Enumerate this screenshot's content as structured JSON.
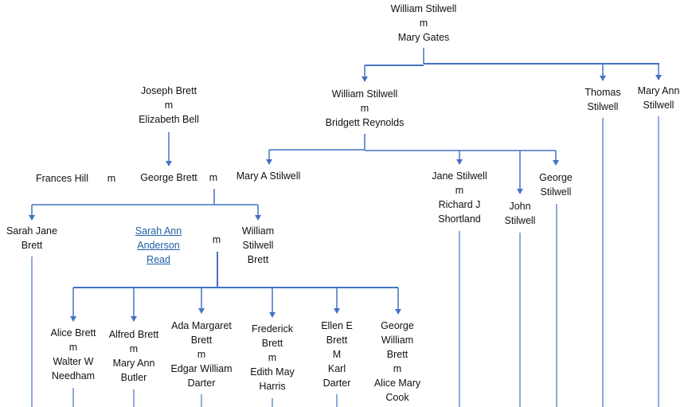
{
  "diagram": {
    "title": "Stilwell / Brett family tree",
    "line_color": "#4472c4",
    "link_color": "#1f5fa8",
    "nodes": {
      "william_mary_gates": [
        "William Stilwell",
        "m",
        "Mary Gates"
      ],
      "william_bridgett": [
        "William Stilwell",
        "m",
        "Bridgett Reynolds"
      ],
      "thomas_stilwell": [
        "Thomas",
        "Stilwell"
      ],
      "mary_ann_stilwell": [
        "Mary Ann",
        "Stilwell"
      ],
      "joseph_elizabeth": [
        "Joseph Brett",
        "m",
        "Elizabeth Bell"
      ],
      "frances_hill": [
        "Frances Hill"
      ],
      "george_brett": [
        "George Brett"
      ],
      "mary_a_stilwell": [
        "Mary A Stilwell"
      ],
      "jane_stilwell": [
        "Jane Stilwell",
        "m",
        "Richard J",
        "Shortland"
      ],
      "john_stilwell": [
        "John",
        "Stilwell"
      ],
      "george_stilwell": [
        "George",
        "Stilwell"
      ],
      "sarah_jane_brett": [
        "Sarah Jane",
        "Brett"
      ],
      "sarah_ann_read": [
        "Sarah Ann",
        "Anderson",
        "Read"
      ],
      "william_stilwell_brett": [
        "William",
        "Stilwell",
        "Brett"
      ],
      "alice_brett": [
        "Alice Brett",
        "m",
        "Walter W",
        "Needham"
      ],
      "alfred_brett": [
        "Alfred Brett",
        "m",
        "Mary Ann",
        "Butler"
      ],
      "ada_margaret_brett": [
        "Ada Margaret",
        "Brett",
        "m",
        "Edgar William",
        "Darter"
      ],
      "frederick_brett": [
        "Frederick",
        "Brett",
        "m",
        "Edith May",
        "Harris"
      ],
      "ellen_brett": [
        "Ellen E",
        "Brett",
        "M",
        "Karl",
        "Darter"
      ],
      "george_william_brett": [
        "George",
        "William",
        "Brett",
        "m",
        "Alice Mary",
        "Cook"
      ]
    },
    "marriage_labels": {
      "frances_george": "m",
      "george_mary_a": "m",
      "sarah_ann_william": "m"
    }
  }
}
